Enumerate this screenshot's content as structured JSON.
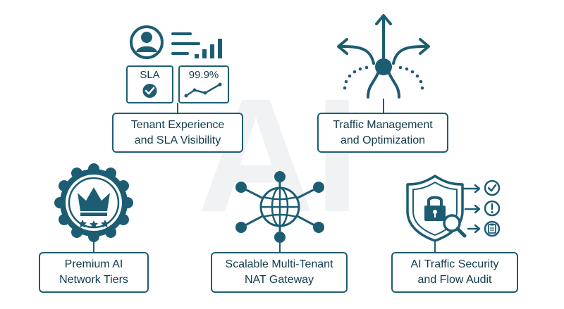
{
  "colors": {
    "primary": "#1d5d73",
    "accent": "#2e7f98",
    "text": "#123a4a",
    "watermark": "#f1f2f3"
  },
  "watermark": "AI",
  "cards": [
    {
      "id": "tenant",
      "line1": "Tenant Experience",
      "line2": "and SLA Visibility",
      "icons": [
        "user-avatar-icon",
        "bar-chart-icon",
        "check-icon",
        "line-trend-icon"
      ],
      "sla_label": "SLA",
      "uptime_value": "99.9%"
    },
    {
      "id": "traffic",
      "line1": "Traffic Management",
      "line2": "and Optimization",
      "icons": [
        "traffic-routing-icon"
      ]
    },
    {
      "id": "premium",
      "line1": "Premium AI",
      "line2": "Network Tiers",
      "icons": [
        "crown-badge-icon",
        "star-icon"
      ]
    },
    {
      "id": "nat",
      "line1": "Scalable Multi-Tenant",
      "line2": "NAT Gateway",
      "icons": [
        "globe-network-icon"
      ]
    },
    {
      "id": "security",
      "line1": "AI Traffic Security",
      "line2": "and Flow Audit",
      "icons": [
        "shield-lock-icon",
        "magnifier-icon",
        "check-icon",
        "alert-icon",
        "clipboard-icon"
      ]
    }
  ]
}
